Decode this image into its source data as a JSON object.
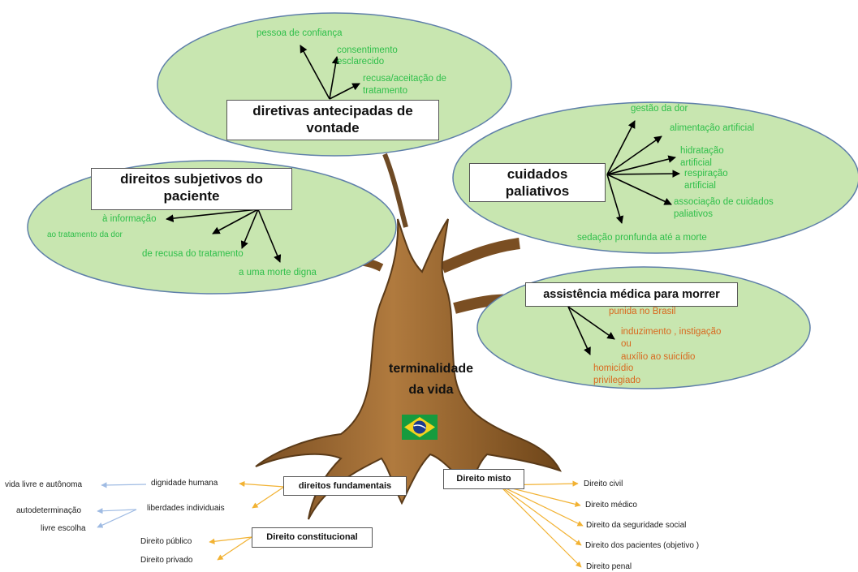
{
  "center": {
    "line1": "terminalidade",
    "line2": "da vida"
  },
  "flag": {
    "name": "brazil-flag",
    "colors": {
      "green": "#169b3e",
      "yellow": "#f4d31f",
      "blue": "#1d3b8f"
    }
  },
  "colors": {
    "green_text": "#2fbf4a",
    "orange_text": "#d9681e",
    "ellipse_fill": "#c8e6b0",
    "ellipse_stroke": "#5e7fa9",
    "trunk": "#9b6a33",
    "root_arrow": "#f2b233",
    "blue_arrow": "#9fbbe3"
  },
  "diretivas": {
    "title_line1": "diretivas antecipadas de",
    "title_line2": "vontade",
    "items": [
      "pessoa de confiança",
      "consentimento",
      "esclarecido",
      "recusa/aceitação de",
      "tratamento"
    ]
  },
  "direitos_subjetivos": {
    "title_line1": "direitos subjetivos do",
    "title_line2": "paciente",
    "items": [
      "à informação",
      "ao tratamento da dor",
      "de recusa do tratamento",
      "a uma morte digna"
    ]
  },
  "cuidados": {
    "title_line1": "cuidados",
    "title_line2": "paliativos",
    "items": [
      "gestão da dor",
      "alimentação artificial",
      "hidratação",
      "artificial",
      "respiração",
      "artificial",
      "associação de cuidados",
      "paliativos",
      "sedação pronfunda até a morte"
    ]
  },
  "assistencia": {
    "title": "assistência médica para morrer",
    "items": [
      "punida no Brasil",
      "induzimento , instigação",
      "ou",
      "auxílio ao suicídio",
      "homicídio",
      "privilegiado"
    ]
  },
  "roots": {
    "direitos_fundamentais": "direitos fundamentais",
    "direito_misto": "Direito misto",
    "direito_constitucional": "Direito constitucional",
    "fundamentais_items": [
      "dignidade humana",
      "liberdades individuais"
    ],
    "far_left": [
      "vida livre e autônoma",
      "autodeterminação",
      "livre escolha"
    ],
    "constitucional_items": [
      "Direito público",
      "Direito privado"
    ],
    "misto_items": [
      "Direito civil",
      "Direito médico",
      "Direito da seguridade social",
      "Direito dos pacientes (objetivo )",
      "Direito penal"
    ]
  }
}
